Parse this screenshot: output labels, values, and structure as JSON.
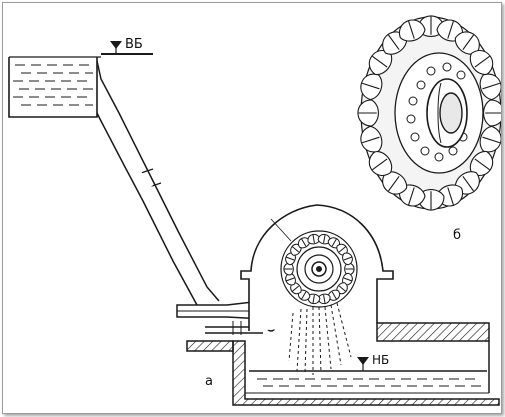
{
  "labels": {
    "upper_level": "ВБ",
    "lower_level": "НБ",
    "figure_a": "а",
    "figure_b": "б"
  },
  "icons": {
    "level_marker": "down-triangle-icon"
  },
  "colors": {
    "ink": "#1a1a1a",
    "paper": "#ffffff",
    "frame": "#9a9a9a"
  }
}
